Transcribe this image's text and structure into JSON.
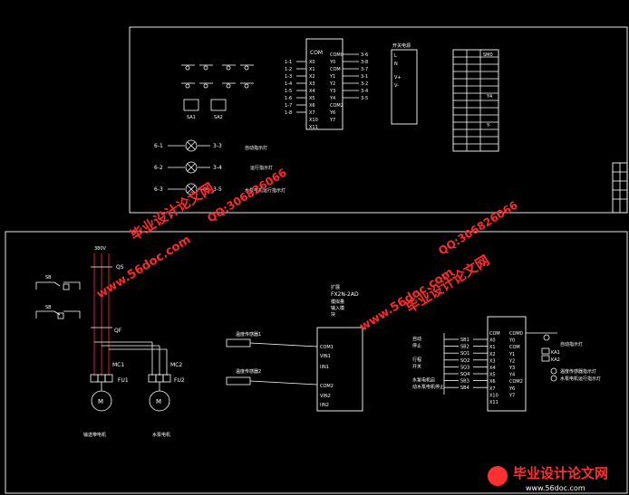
{
  "top_panel": {
    "plc_inputs": [
      "X0",
      "X1",
      "X2",
      "X3",
      "X4",
      "X5",
      "X6",
      "X7",
      "X10",
      "X11"
    ],
    "plc_outputs": [
      "COM0",
      "Y0",
      "COM",
      "Y1",
      "Y2",
      "Y3",
      "Y4",
      "COM2",
      "Y6",
      "Y7"
    ],
    "plc_com_label": "COM",
    "input_wires": [
      "1-1",
      "1-2",
      "1-3",
      "1-4",
      "1-5",
      "1-6",
      "1-7",
      "1-8"
    ],
    "output_wires": [
      "3-6",
      "3-8",
      "3-7",
      "3-1",
      "3-2",
      "3-4",
      "3-5"
    ],
    "switch_labels": [
      "SA1",
      "SA2"
    ],
    "power_box_title": "开关电源",
    "power_box_pins": [
      "L",
      "N",
      "V+",
      "V-"
    ],
    "lamp_rows": [
      {
        "left": "6-1",
        "right": "3-3",
        "label": "自动指示灯"
      },
      {
        "left": "6-2",
        "right": "3-4",
        "label": "运行指示灯"
      },
      {
        "left": "6-3",
        "right": "3-5",
        "label": "水泵电机运行指示灯"
      }
    ],
    "table_header": "SM0",
    "table_marks": [
      "Y4",
      "Y-"
    ]
  },
  "bottom_panel": {
    "motor_labels": [
      "输送带电机",
      "水泵电机"
    ],
    "motor_symbol": "M",
    "breaker_labels": [
      "QS",
      "QF"
    ],
    "contactor_labels": [
      "MC1",
      "MC2"
    ],
    "fuse_labels": [
      "FU1",
      "FU2"
    ],
    "ps_label": "380V",
    "ctrl_labels": [
      "SB",
      "SB"
    ],
    "module_header": [
      "扩展",
      "FX2N-2AD",
      "模拟量",
      "输入模",
      "块"
    ],
    "module_pins": [
      "COM1",
      "VIN1",
      "IIN1",
      "COM2",
      "VIN2",
      "IIN2"
    ],
    "sensor_labels": [
      "温度传感器1",
      "温度传感器2"
    ],
    "plc2_left_labels": [
      "自动",
      "停止",
      "",
      "行程",
      "开关",
      "",
      "水泵电机启",
      "动水泵电机停止"
    ],
    "plc2_buttons": [
      "SB1",
      "SB2",
      "SQ1",
      "SQ2",
      "SQ3",
      "SQ4",
      "SB3",
      "SB4"
    ],
    "plc2_inputs": [
      "COM",
      "X0",
      "X1",
      "X2",
      "X3",
      "X4",
      "X5",
      "X6",
      "X7",
      "X10",
      "X11"
    ],
    "plc2_outputs": [
      "COM0",
      "Y0",
      "COM",
      "Y1",
      "Y2",
      "Y3",
      "Y4",
      "COM2",
      "Y6",
      "Y7"
    ],
    "plc2_right_labels": [
      "自动指示灯",
      "KA1",
      "KA2",
      "温度传感器指示灯",
      "水泵电机运行指示灯"
    ]
  },
  "watermarks": {
    "brand": "毕业设计论文网",
    "site": "www.56doc.com",
    "qq": "QQ:306826066"
  },
  "logo": {
    "text": "毕业设计论文网",
    "url": "www.56doc.com"
  }
}
